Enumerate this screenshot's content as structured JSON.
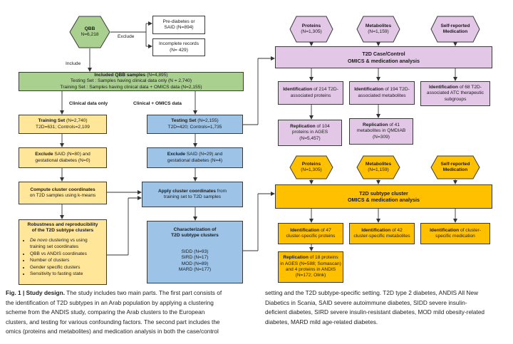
{
  "qbb_hex": {
    "name": "QBB",
    "count": "N=6,218"
  },
  "exclude_label": "Exclude",
  "include_label": "Include",
  "excl_prediabetes": {
    "line1": "Pre-diabetes or",
    "line2": "SAID (N=894)"
  },
  "excl_incomplete": {
    "line1": "Incomplete records",
    "line2": "(N= 429)"
  },
  "included_samples": {
    "title": "Included QBB samples",
    "count": " (N=4,895)",
    "line2": "Testing Set : Samples having clinical data only (N = 2,740)",
    "line3": "Training Set : Samples having clinical data + OMICS data (N=2,155)"
  },
  "label_clinical_only": "Clinical data only",
  "label_clinical_omics": "Clinical + OMICS data",
  "training_set": {
    "title": "Training Set",
    "count": " (N=2,740)",
    "line2": "T2D=631; Controls=2,109"
  },
  "testing_set": {
    "title": "Testing Set",
    "count": " (N=2,155)",
    "line2": "T2D=420; Controls=1,735"
  },
  "exclude_left": {
    "bold": "Exclude",
    "rest": " SAID (N=80) and",
    "line2": "gestational diabetes (N=0)"
  },
  "exclude_right": {
    "bold": "Exclude",
    "rest": " SAID (N=29) and",
    "line2": "gestational diabetes (N=4)"
  },
  "compute_cluster": {
    "title": "Compute cluster coordinates",
    "line2": "on T2D samples using k-means"
  },
  "apply_cluster": {
    "bold": "Apply cluster coordinates",
    "rest": " from",
    "line2": "training set to T2D samples"
  },
  "robustness": {
    "title_line1": "Robustness and reproducibility",
    "title_line2": "of the T2D subtype clusters",
    "items": [
      {
        "em": "De novo",
        "text": " clustering vs using"
      },
      {
        "sub": "training set coordinates"
      },
      {
        "text": "QBB vs ANDIS coordinates"
      },
      {
        "text": "Number of clusters"
      },
      {
        "text": "Gender specific clusters"
      },
      {
        "text": "Sensitivity to fasting state"
      }
    ]
  },
  "characterization": {
    "title_line1": "Characterization of",
    "title_line2": "T2D subtype clusters",
    "rows": [
      "SIDD (N=93)",
      "SIRD (N=17)",
      "MOD (N=89)",
      "MARD (N=177)"
    ]
  },
  "top_hex": [
    {
      "name": "Proteins",
      "count": "(N=1,305)"
    },
    {
      "name": "Metabolites",
      "count": "(N=1,159)"
    },
    {
      "name": "Self-reported",
      "count": "Medication"
    }
  ],
  "case_control": {
    "line1": "T2D Case/Control",
    "line2": "OMICS & medication analysis"
  },
  "ident_proteins": {
    "bold": "Identification",
    "rest": " of 214 T2D-",
    "line2": "associated proteins"
  },
  "ident_metabolites": {
    "bold": "Identification",
    "rest": " of 194 T2D-",
    "line2": "associated metabolites"
  },
  "ident_atc": {
    "bold": "Identification",
    "rest": " of 68 T2D-",
    "line2": "associated ATC therapeutic",
    "line3": "subgroups"
  },
  "repl_proteins": {
    "bold": "Replication",
    "rest": " of 104",
    "line2": "proteins in AGES",
    "line3": "(N=5,457)"
  },
  "repl_metabolites": {
    "bold": "Replication",
    "rest": " of 41",
    "line2": "metabolites in QMDIAB",
    "line3": "(N=309)"
  },
  "bottom_hex": [
    {
      "name": "Proteins",
      "count": "(N=1,305)"
    },
    {
      "name": "Metabolites",
      "count": "(N=1,159)"
    },
    {
      "name": "Self-reported",
      "count": "Medication"
    }
  ],
  "subtype_cluster": {
    "line1": "T2D subtype cluster",
    "line2": "OMICS & medication analysis"
  },
  "ident_cluster_proteins": {
    "bold": "Identification",
    "rest": " of 47",
    "line2": "cluster-specific proteins"
  },
  "ident_cluster_metabolites": {
    "bold": "Identification",
    "rest": " of 42",
    "line2": "cluster-specific metabolites"
  },
  "ident_cluster_medication": {
    "bold": "Identification",
    "rest": " of cluster-",
    "line2": "specific medication"
  },
  "repl_cluster": {
    "bold": "Replication",
    "rest": " of 18 proteins",
    "line2": "in AGES (N=588; Somascan)",
    "line3": "and 4 proteins in ANDIS",
    "line4": "(N=172; Olink)"
  },
  "caption": {
    "left_label": "Fig. 1 | Study design.",
    "left_lines": [
      " The study includes two main parts. The first part consists of",
      "the identification of T2D subtypes in an Arab population by applying a clustering",
      "scheme from the ANDIS study, comparing the Arab clusters to the European",
      "clusters, and testing for various confounding factors. The second part includes the",
      "omics (proteins and metabolites) and medication analysis in both the case/control"
    ],
    "right_lines": [
      "setting and the T2D subtype-specific setting. T2D type 2 diabetes, ANDIS All New",
      "Diabetics in Scania, SAID severe autoimmune diabetes, SIDD severe insulin-",
      "deficient diabetes, SIRD severe insulin-resistant diabetes, MOD mild obesity-related",
      "diabetes, MARD mild age-related diabetes."
    ]
  }
}
